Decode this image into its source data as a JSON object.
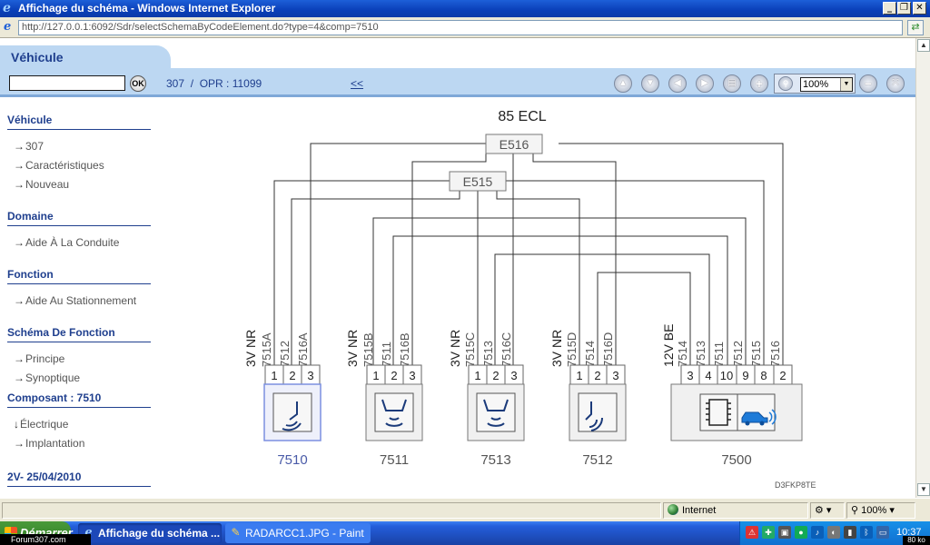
{
  "window": {
    "title": "Affichage du schéma - Windows Internet Explorer",
    "minimize": "_",
    "restore": "❐",
    "close": "✕"
  },
  "address": {
    "url": "http://127.0.0.1:6092/Sdr/selectSchemaByCodeElement.do?type=4&comp=7510"
  },
  "header": {
    "tab_label": "Véhicule",
    "search_value": "",
    "ok_label": "OK",
    "breadcrumb": "307  /  OPR : 11099",
    "back_link": "<<",
    "zoom": "100%"
  },
  "sidebar": {
    "sections": [
      {
        "title": "Véhicule",
        "items": [
          "307",
          "Caractéristiques",
          "Nouveau"
        ]
      },
      {
        "title": "Domaine",
        "items": [
          "Aide À La Conduite"
        ]
      },
      {
        "title": "Fonction",
        "items": [
          "Aide Au Stationnement"
        ]
      },
      {
        "title": "Schéma De Fonction",
        "items": [
          "Principe",
          "Synoptique"
        ]
      },
      {
        "title": "Composant : 7510",
        "items": [
          "Électrique",
          "Implantation"
        ]
      },
      {
        "title": "2V- 25/04/2010",
        "items": []
      }
    ]
  },
  "schematic": {
    "title": "85 ECL",
    "nodes": [
      "E516",
      "E515"
    ],
    "sensor_7510": {
      "label": "7510",
      "power": "3V NR",
      "wires": [
        "7515A",
        "7512",
        "7516A"
      ],
      "pins": [
        "1",
        "2",
        "3"
      ]
    },
    "sensor_7511": {
      "label": "7511",
      "power": "3V NR",
      "wires": [
        "7515B",
        "7511",
        "7516B"
      ],
      "pins": [
        "1",
        "2",
        "3"
      ]
    },
    "sensor_7513": {
      "label": "7513",
      "power": "3V NR",
      "wires": [
        "7515C",
        "7513",
        "7516C"
      ],
      "pins": [
        "1",
        "2",
        "3"
      ]
    },
    "sensor_7512": {
      "label": "7512",
      "power": "3V NR",
      "wires": [
        "7515D",
        "7514",
        "7516D"
      ],
      "pins": [
        "1",
        "2",
        "3"
      ]
    },
    "ecu_7500": {
      "label": "7500",
      "power": "12V BE",
      "wires": [
        "7514",
        "7513",
        "7511",
        "7512",
        "7515",
        "7516"
      ],
      "pins": [
        "3",
        "4",
        "10",
        "9",
        "8",
        "2"
      ]
    },
    "ref_code": "D3FKP8TE"
  },
  "status": {
    "zone": "Internet",
    "zoom": "100%"
  },
  "taskbar": {
    "start_label": "Démarrer",
    "tasks": [
      "Affichage du schéma ...",
      "RADARCC1.JPG - Paint"
    ],
    "clock": "10:37"
  },
  "watermarks": {
    "left": "Forum307.com",
    "right": "80 ko"
  },
  "colors": {
    "title_bar": "#0a3fb8",
    "header_band": "#bcd7f2",
    "accent_text": "#1f3f8e",
    "selected_sensor": "#7b8fe0",
    "taskbar": "#245edb"
  }
}
